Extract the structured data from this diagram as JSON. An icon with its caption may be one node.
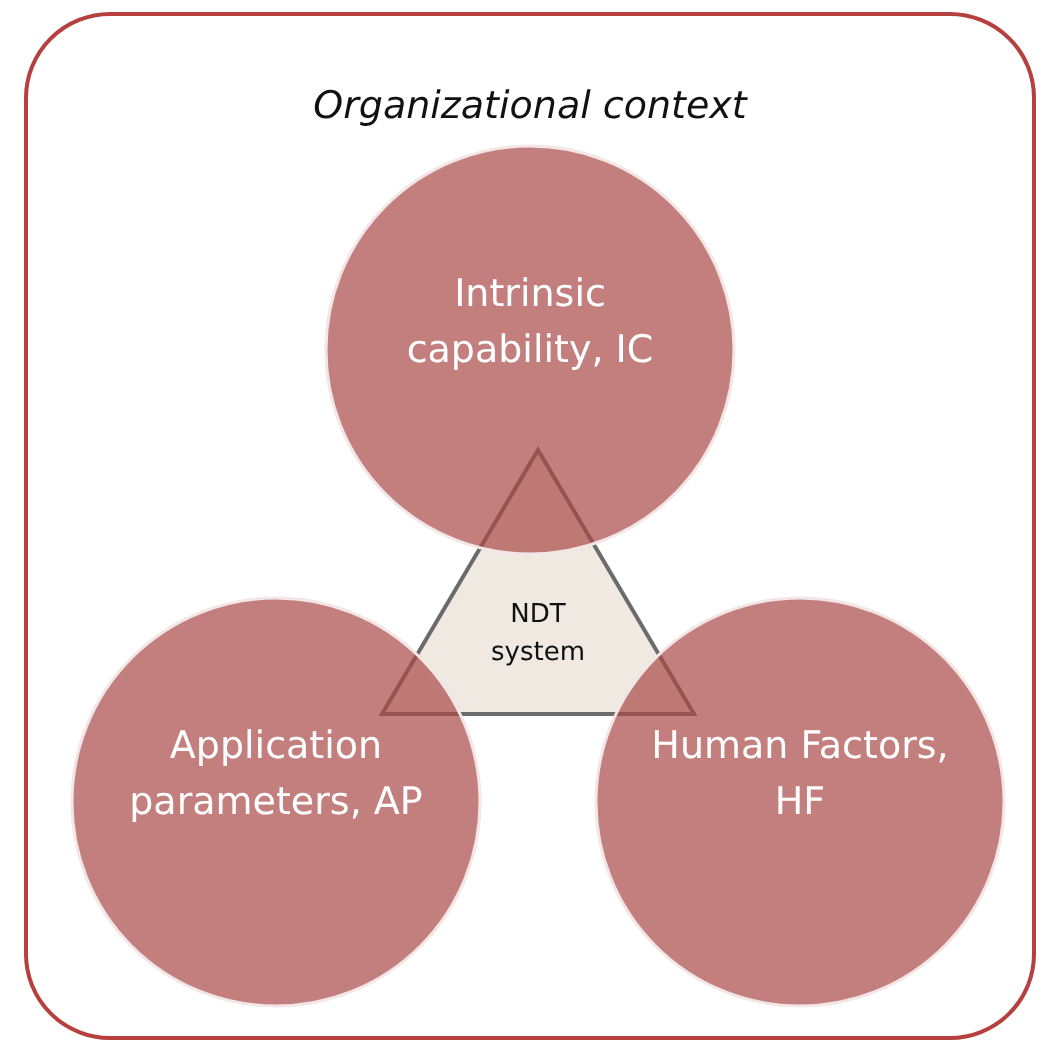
{
  "diagram": {
    "nodes": [
      {
        "text": [
          "Organizational context"
        ]
      },
      {
        "text": [
          "Intrinsic capability, IC"
        ],
        "in": 0
      },
      {
        "text": [
          "NDT system"
        ],
        "in": 0
      },
      {
        "text": [
          "Application parameters, AP"
        ],
        "in": 0
      },
      {
        "text": [
          "Human Factors, HF"
        ],
        "in": 0
      }
    ]
  }
}
